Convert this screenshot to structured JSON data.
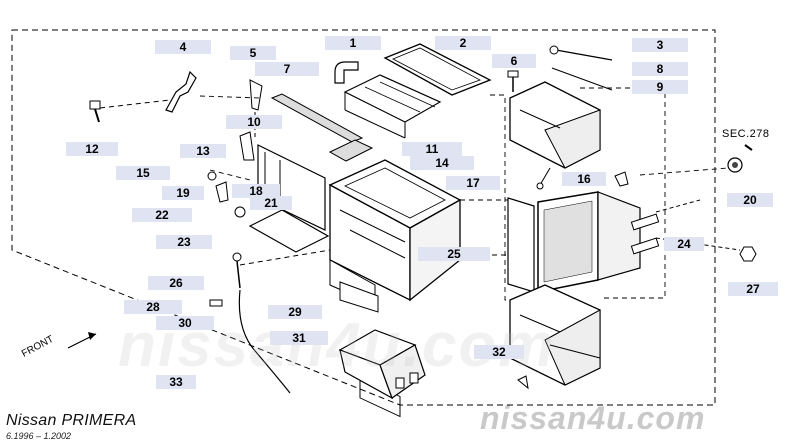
{
  "part_numbers": {
    "p1": "1",
    "p2": "2",
    "p3": "3",
    "p4": "4",
    "p5": "5",
    "p6": "6",
    "p7": "7",
    "p8": "8",
    "p9": "9",
    "p10": "10",
    "p11": "11",
    "p12": "12",
    "p13": "13",
    "p14": "14",
    "p15": "15",
    "p16": "16",
    "p17": "17",
    "p18": "18",
    "p19": "19",
    "p20": "20",
    "p21": "21",
    "p22": "22",
    "p23": "23",
    "p24": "24",
    "p25": "25",
    "p26": "26",
    "p27": "27",
    "p28": "28",
    "p29": "29",
    "p30": "30",
    "p31": "31",
    "p32": "32",
    "p33": "33"
  },
  "section_ref": "SEC.278",
  "front_label": "FRONT",
  "vehicle": "Nissan PRIMERA",
  "date_range": "6.1996 – 1.2002",
  "watermark_large": "nissan4u.com",
  "watermark_small": "nissan4u.com",
  "colors": {
    "label_bg": "#dfe3f2",
    "line": "#000000",
    "watermark": "#c9c9c9"
  }
}
